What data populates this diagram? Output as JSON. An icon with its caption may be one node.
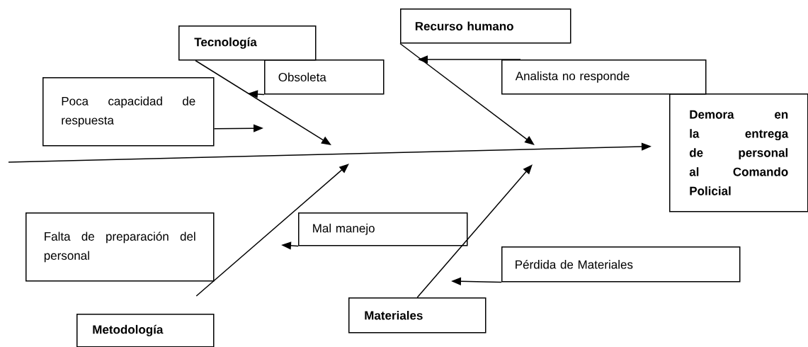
{
  "diagram": {
    "nodes": [
      {
        "text": [
          "Tecnología"
        ]
      },
      {
        "text": [
          "Obsoleta"
        ]
      },
      {
        "text": [
          "Poca capacidad de respuesta"
        ]
      },
      {
        "text": [
          "Recurso humano"
        ]
      },
      {
        "text": [
          "Analista no responde"
        ]
      },
      {
        "text": [
          "Demora en la entrega de personal al Comando Policial"
        ]
      },
      {
        "text": [
          "Falta de preparación del personal"
        ]
      },
      {
        "text": [
          "Mal manejo"
        ]
      },
      {
        "text": [
          "Pérdida de Materiales"
        ]
      },
      {
        "text": [
          "Materiales"
        ]
      },
      {
        "text": [
          "Metodología"
        ]
      }
    ],
    "edges": [
      {
        "from": null,
        "to": 5,
        "arrow": "to"
      },
      {
        "from": 0,
        "to": null,
        "arrow": "to"
      },
      {
        "from": 1,
        "to": null,
        "arrow": "to"
      },
      {
        "from": 2,
        "to": null,
        "arrow": "to"
      },
      {
        "from": 3,
        "to": null,
        "arrow": "to"
      },
      {
        "from": 4,
        "to": null,
        "arrow": "to"
      },
      {
        "from": 10,
        "to": null,
        "arrow": "to"
      },
      {
        "from": 7,
        "to": null,
        "arrow": "to"
      },
      {
        "from": 9,
        "to": null,
        "arrow": "to"
      },
      {
        "from": 8,
        "to": null,
        "arrow": "to"
      }
    ]
  }
}
